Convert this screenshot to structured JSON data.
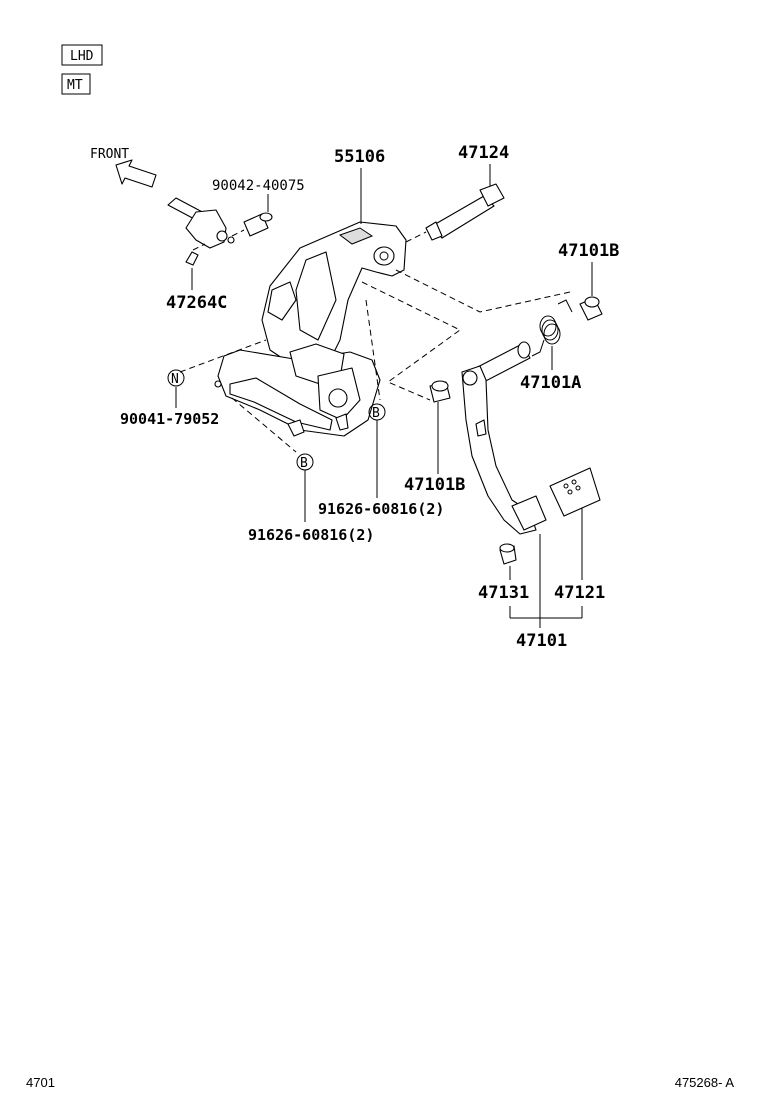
{
  "tags": [
    "LHD",
    "MT"
  ],
  "direction_label": "FRONT",
  "callouts": {
    "bracket": "55106",
    "pivot_bolt": "47124",
    "bolt_small": "90042-40075",
    "clip": "47264C",
    "nut": "90041-79052",
    "bushing_upper": "47101B",
    "spring": "47101A",
    "bushing_lower": "47101B",
    "stud_right": "91626-60816(2)",
    "stud_left": "91626-60816(2)",
    "stopper": "47131",
    "pad": "47121",
    "pedal_assy": "47101"
  },
  "markers": {
    "nut_marker": "N",
    "stud_marker": "B"
  },
  "footer": {
    "left": "4701",
    "right": "475268- A"
  }
}
